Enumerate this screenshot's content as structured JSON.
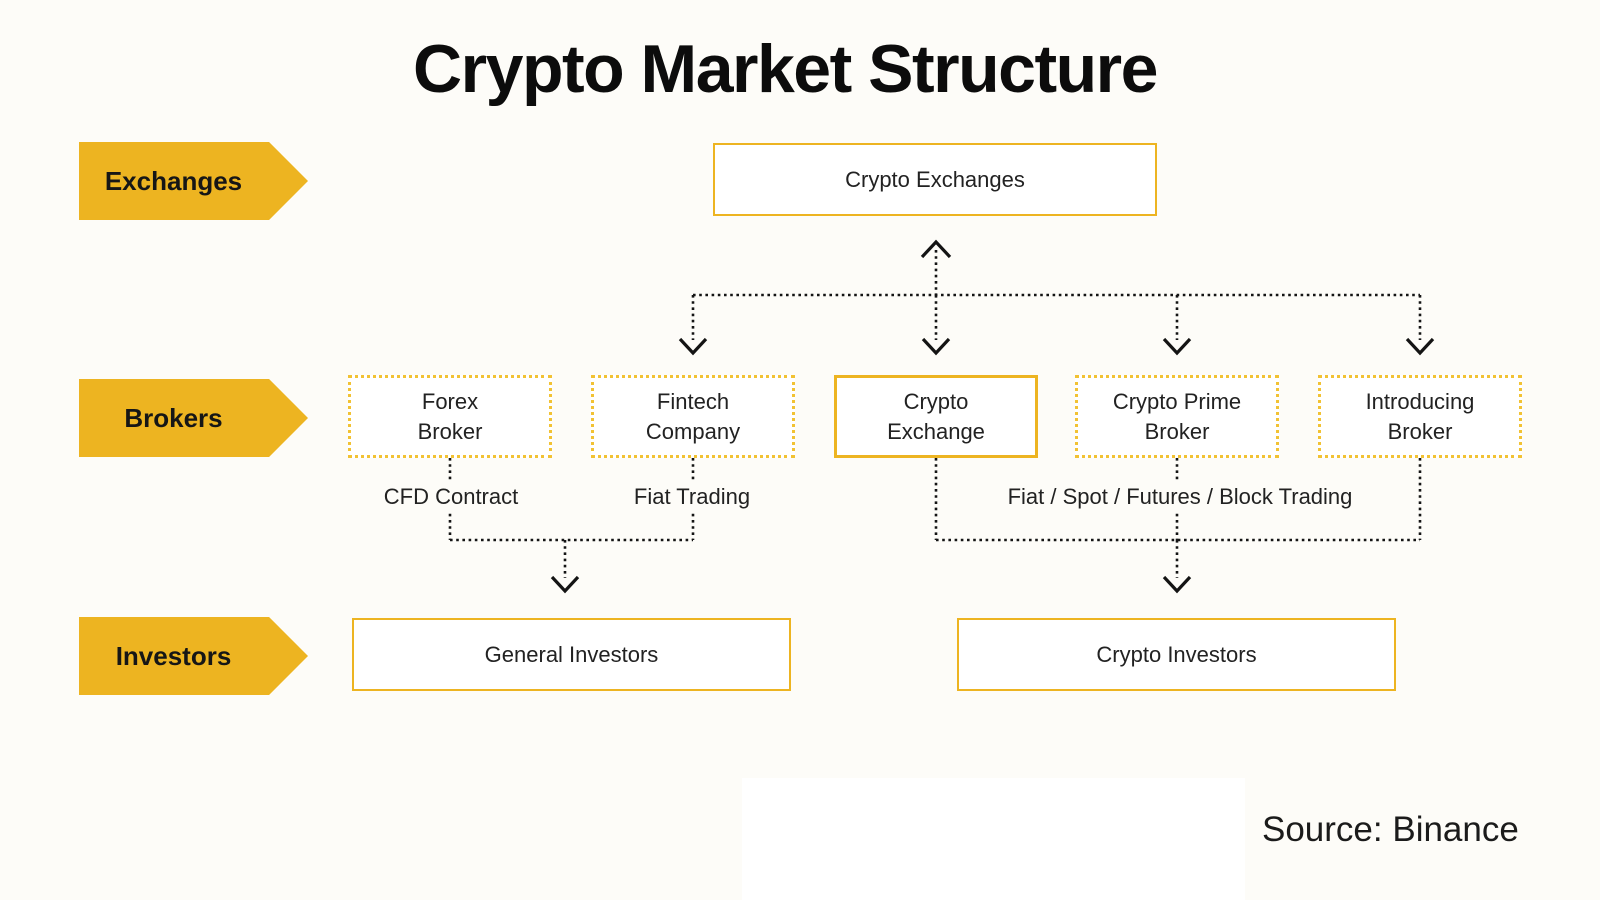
{
  "title": "Crypto Market Structure",
  "source": "Source: Binance",
  "colors": {
    "accent": "#EDB421",
    "accent_dotted": "#F2C233",
    "line": "#141414",
    "background": "#FDFCF8",
    "box_bg": "#FFFFFF",
    "text": "#1A1A1A"
  },
  "rows": [
    {
      "id": "exchanges",
      "label": "Exchanges"
    },
    {
      "id": "brokers",
      "label": "Brokers"
    },
    {
      "id": "investors",
      "label": "Investors"
    }
  ],
  "nodes": {
    "crypto_exchanges": {
      "lines": [
        "Crypto Exchanges"
      ],
      "row": "exchanges",
      "border": "solid"
    },
    "forex_broker": {
      "lines": [
        "Forex",
        "Broker"
      ],
      "row": "brokers",
      "border": "dotted"
    },
    "fintech_company": {
      "lines": [
        "Fintech",
        "Company"
      ],
      "row": "brokers",
      "border": "dotted"
    },
    "crypto_exchange": {
      "lines": [
        "Crypto",
        "Exchange"
      ],
      "row": "brokers",
      "border": "solid"
    },
    "crypto_prime_broker": {
      "lines": [
        "Crypto Prime",
        "Broker"
      ],
      "row": "brokers",
      "border": "dotted"
    },
    "introducing_broker": {
      "lines": [
        "Introducing",
        "Broker"
      ],
      "row": "brokers",
      "border": "dotted"
    },
    "general_investors": {
      "lines": [
        "General Investors"
      ],
      "row": "investors",
      "border": "solid"
    },
    "crypto_investors": {
      "lines": [
        "Crypto Investors"
      ],
      "row": "investors",
      "border": "solid"
    }
  },
  "edge_labels": {
    "cfd_contract": "CFD Contract",
    "fiat_trading": "Fiat Trading",
    "full_trading": "Fiat / Spot / Futures / Block Trading"
  },
  "connections": [
    {
      "from": "crypto_exchange",
      "to": "crypto_exchanges",
      "style": "dotted",
      "bidirectional": true
    },
    {
      "from": "crypto_exchanges",
      "to": "fintech_company",
      "style": "dotted"
    },
    {
      "from": "crypto_exchanges",
      "to": "crypto_prime_broker",
      "style": "dotted"
    },
    {
      "from": "crypto_exchanges",
      "to": "introducing_broker",
      "style": "dotted"
    },
    {
      "from": "forex_broker",
      "to": "general_investors",
      "style": "dotted",
      "label": "CFD Contract"
    },
    {
      "from": "fintech_company",
      "to": "general_investors",
      "style": "dotted",
      "label": "Fiat Trading"
    },
    {
      "from": "crypto_exchange",
      "to": "crypto_investors",
      "style": "dotted",
      "label": "Fiat / Spot / Futures / Block Trading"
    },
    {
      "from": "crypto_prime_broker",
      "to": "crypto_investors",
      "style": "dotted",
      "label": "Fiat / Spot / Futures / Block Trading"
    },
    {
      "from": "introducing_broker",
      "to": "crypto_investors",
      "style": "dotted",
      "label": "Fiat / Spot / Futures / Block Trading"
    }
  ]
}
